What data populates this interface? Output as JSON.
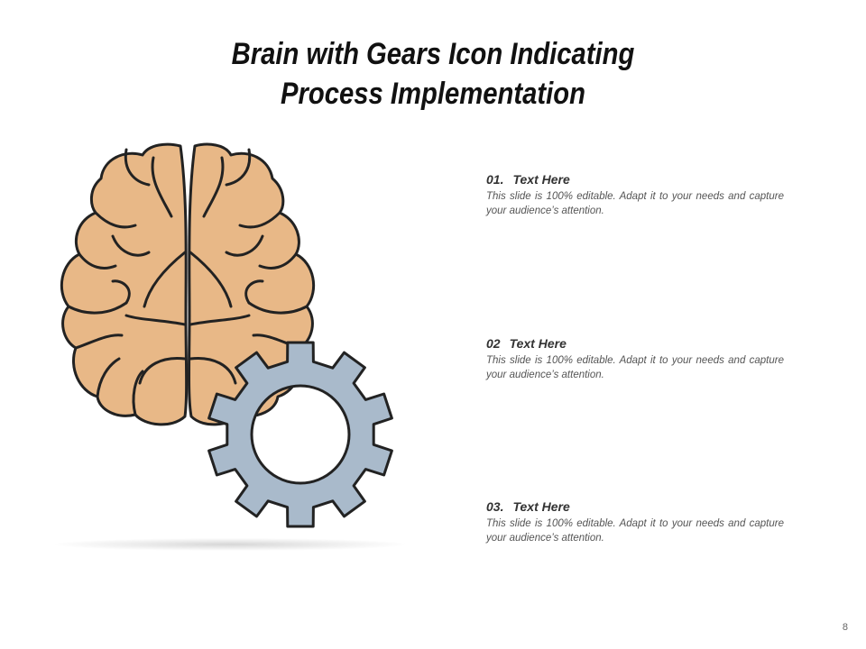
{
  "slide": {
    "title_line1": "Brain with Gears Icon Indicating",
    "title_line2": "Process Implementation",
    "page_number": "8"
  },
  "items": [
    {
      "number": "01.",
      "heading": "Text Here",
      "body": "This slide is 100% editable. Adapt it to your needs and capture your audience’s attention."
    },
    {
      "number": "02",
      "heading": "Text Here",
      "body": "This slide is 100% editable. Adapt it to your needs and capture your audience’s attention."
    },
    {
      "number": "03.",
      "heading": "Text Here",
      "body": "This slide is 100% editable. Adapt it to your needs and capture your audience’s attention."
    }
  ],
  "colors": {
    "brain_fill": "#E8B887",
    "gear_fill": "#A9BACB",
    "outline": "#222222"
  },
  "icons": [
    "brain-icon",
    "gear-icon"
  ]
}
